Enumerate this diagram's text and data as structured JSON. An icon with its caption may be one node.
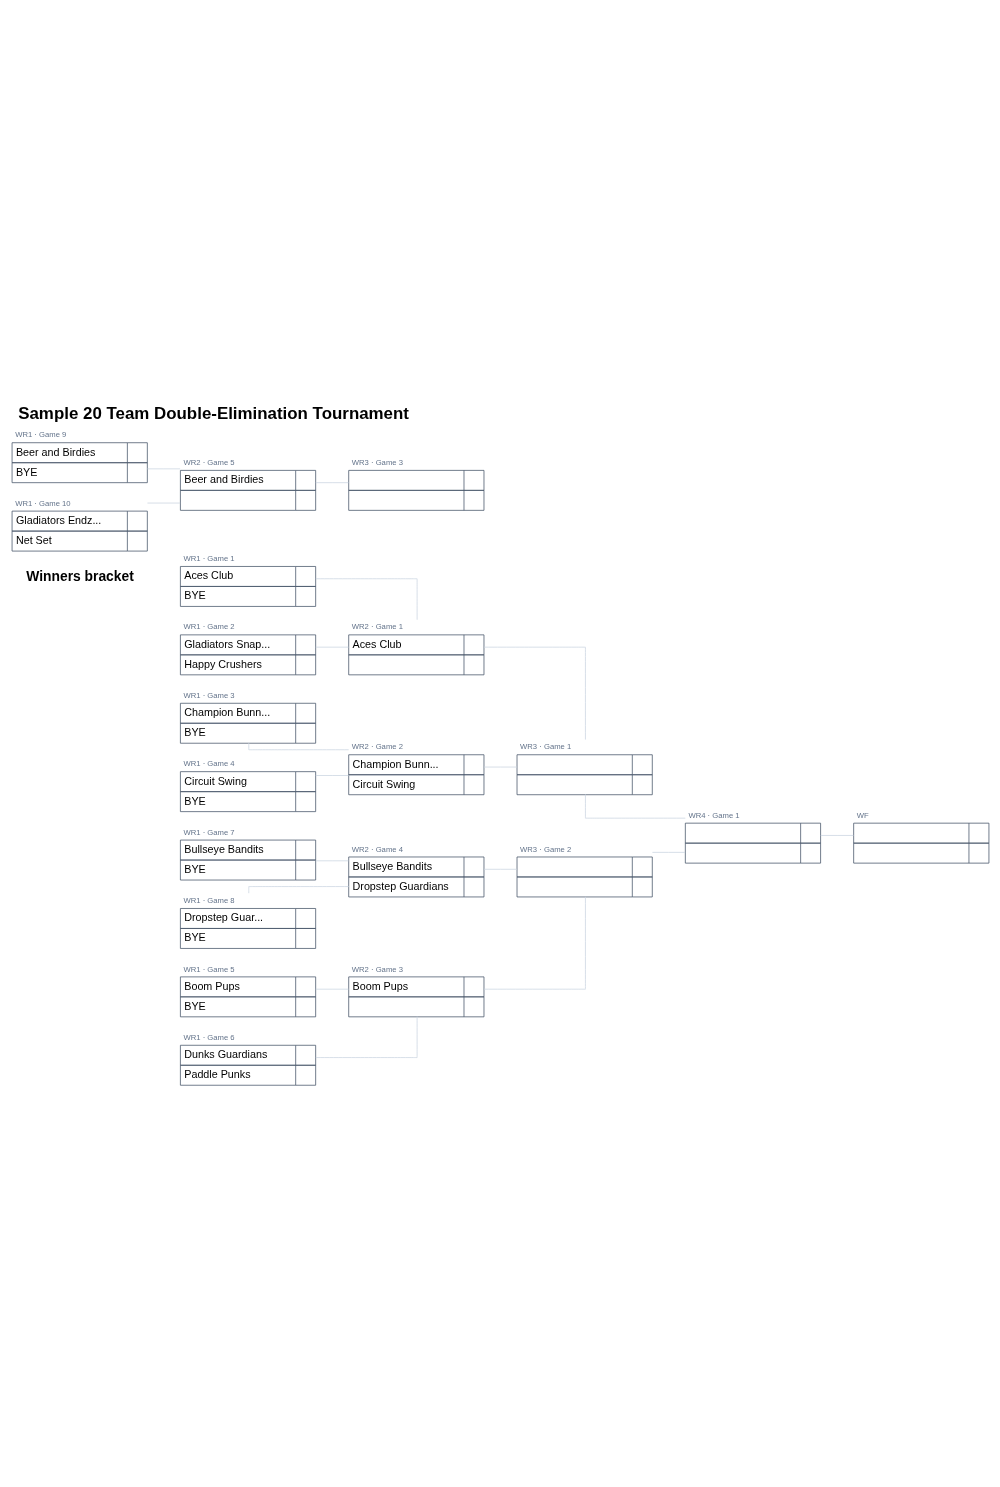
{
  "diagram": {
    "title": "Sample 20 Team Double-Elimination Tournament",
    "nodes": [
      {
        "text": [
          "WR1 · Game 1",
          "Aces Club",
          "BYE"
        ]
      },
      {
        "text": [
          "WR1 · Game 2",
          "Gladiators Snap...",
          "Happy Crushers"
        ]
      },
      {
        "text": [
          "WR1 · Game 3",
          "Champion Bunn...",
          "BYE"
        ]
      },
      {
        "text": [
          "WR1 · Game 4",
          "Circuit Swing",
          "BYE"
        ]
      },
      {
        "text": [
          "WR1 · Game 5",
          "Boom Pups",
          "BYE"
        ]
      },
      {
        "text": [
          "WR1 · Game 6",
          "Dunks Guardians",
          "Paddle Punks"
        ]
      },
      {
        "text": [
          "WR1 · Game 7",
          "Bullseye Bandits",
          "BYE"
        ]
      },
      {
        "text": [
          "WR1 · Game 8",
          "Dropstep Guar...",
          "BYE"
        ]
      },
      {
        "text": [
          "WR1 · Game 9",
          "Beer and Birdies",
          "BYE"
        ]
      },
      {
        "text": [
          "WR1 · Game 10",
          "Gladiators Endz...",
          "Net Set"
        ]
      },
      {
        "text": [
          "WR2 · Game 1",
          "Aces Club"
        ]
      },
      {
        "text": [
          "WR2 · Game 2",
          "Champion Bunn...",
          "Circuit Swing"
        ]
      },
      {
        "text": [
          "WR2 · Game 3",
          "Boom Pups"
        ]
      },
      {
        "text": [
          "WR2 · Game 4",
          "Bullseye Bandits",
          "Dropstep Guardians"
        ]
      },
      {
        "text": [
          "WR2 · Game 5",
          "Beer and Birdies"
        ]
      },
      {
        "text": [
          "WR3 · Game 1"
        ]
      },
      {
        "text": [
          "WR3 · Game 2"
        ]
      },
      {
        "text": [
          "WR3 · Game 3"
        ]
      },
      {
        "text": [
          "WR4 · Game 1"
        ]
      },
      {
        "text": [
          "WF"
        ]
      }
    ],
    "edges": [
      {
        "from": 0,
        "to": 10,
        "arrow": "none"
      },
      {
        "from": 1,
        "to": 10,
        "arrow": "none"
      },
      {
        "from": 2,
        "to": 11,
        "arrow": "none"
      },
      {
        "from": 3,
        "to": 11,
        "arrow": "none"
      },
      {
        "from": 4,
        "to": 12,
        "arrow": "none"
      },
      {
        "from": 5,
        "to": 12,
        "arrow": "none"
      },
      {
        "from": 6,
        "to": 13,
        "arrow": "none"
      },
      {
        "from": 7,
        "to": 13,
        "arrow": "none"
      },
      {
        "from": 8,
        "to": 14,
        "arrow": "none"
      },
      {
        "from": 9,
        "to": 14,
        "arrow": "none"
      },
      {
        "from": 10,
        "to": 15,
        "arrow": "none"
      },
      {
        "from": 11,
        "to": 15,
        "arrow": "none"
      },
      {
        "from": 12,
        "to": 16,
        "arrow": "none"
      },
      {
        "from": 13,
        "to": 16,
        "arrow": "none"
      },
      {
        "from": 14,
        "to": 17,
        "arrow": "none"
      },
      {
        "from": 15,
        "to": 18,
        "arrow": "none"
      },
      {
        "from": 16,
        "to": 18,
        "arrow": "none"
      },
      {
        "from": 18,
        "to": 19,
        "arrow": "none"
      }
    ],
    "labels": [
      "Winners bracket"
    ]
  }
}
